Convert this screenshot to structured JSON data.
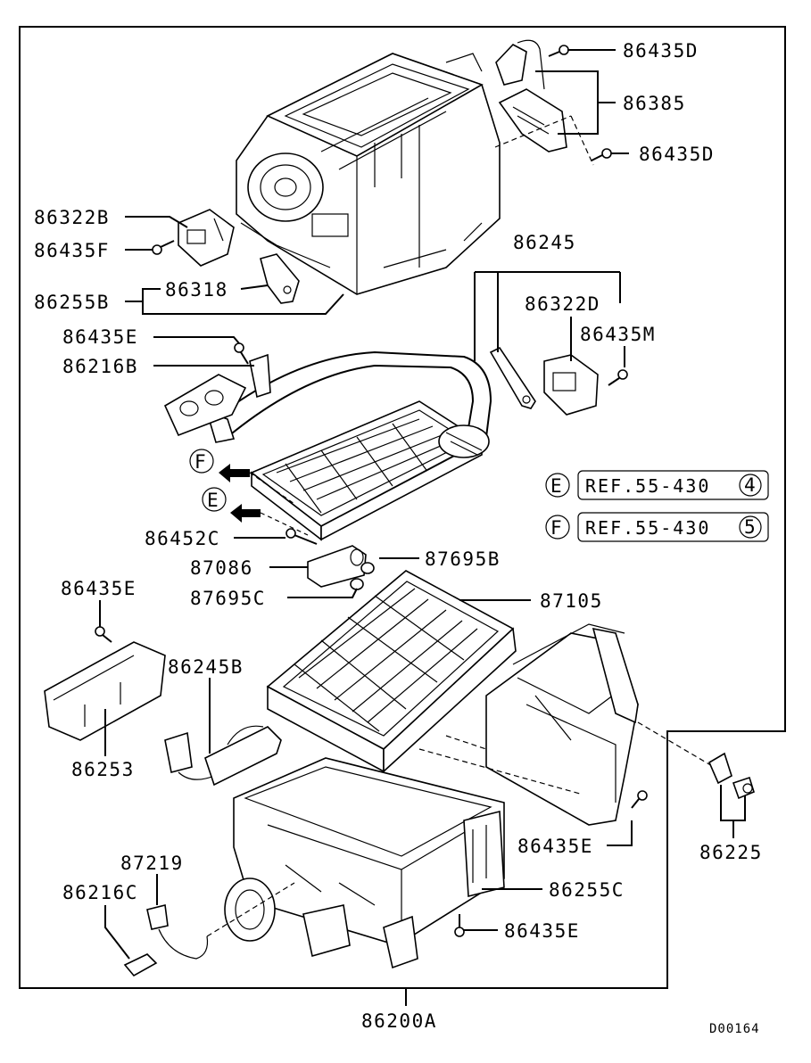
{
  "diagram": {
    "code": "D00164",
    "labels": {
      "p86435D_top": "86435D",
      "p86385": "86385",
      "p86435D_mid": "86435D",
      "p86322B": "86322B",
      "p86435F": "86435F",
      "p86318": "86318",
      "p86255B": "86255B",
      "p86245": "86245",
      "p86322D": "86322D",
      "p86435M": "86435M",
      "p86435E_a": "86435E",
      "p86216B": "86216B",
      "p86452C": "86452C",
      "p87086": "87086",
      "p87695B": "87695B",
      "p87695C": "87695C",
      "p87105": "87105",
      "p86435E_b": "86435E",
      "p86245B": "86245B",
      "p86253": "86253",
      "p86435E_c": "86435E",
      "p86225": "86225",
      "p87219": "87219",
      "p86216C": "86216C",
      "p86255C": "86255C",
      "p86435E_d": "86435E",
      "p86200A": "86200A"
    },
    "references": [
      {
        "circle": "E",
        "text": "REF.55-430",
        "num": "4"
      },
      {
        "circle": "F",
        "text": "REF.55-430",
        "num": "5"
      }
    ],
    "markers": {
      "F": "F",
      "E": "E"
    }
  }
}
